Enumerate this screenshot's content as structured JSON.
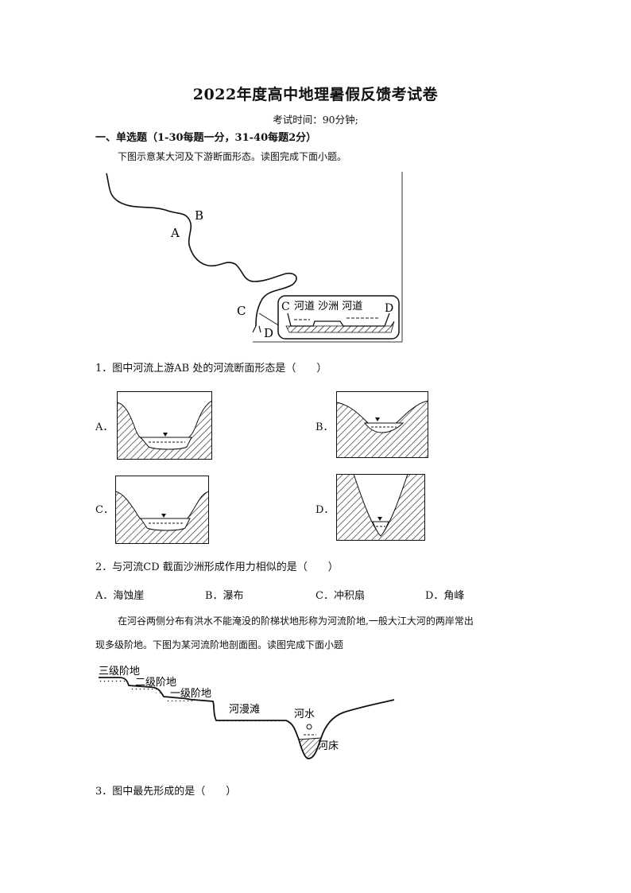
{
  "title": "2022年度高中地理暑假反馈考试卷",
  "exam_time": "考试时间：90分钟;",
  "section1": "一、单选题（1-30每题一分，31-40每题2分）",
  "intro1": "下图示意某大河及下游断面形态。读图完成下面小题。",
  "map": {
    "label_a": "A",
    "label_b": "B",
    "label_c": "C",
    "label_d": "D",
    "inset_c": "C",
    "inset_d": "D",
    "inset_text": "河道 沙洲 河道"
  },
  "q1": {
    "text": "1．图中河流上游AB 处的河流断面形态是（　　）",
    "opt_a": "A．",
    "opt_b": "B．",
    "opt_c": "C．",
    "opt_d": "D．"
  },
  "q2": {
    "text": "2．与河流CD 截面沙洲形成作用力相似的是（　　）",
    "choices": [
      "A．海蚀崖",
      "B．瀑布",
      "C．冲积扇",
      "D．角峰"
    ]
  },
  "intro2_line1": "在河谷两侧分布有洪水不能淹没的阶梯状地形称为河流阶地,一般大江大河的两岸常出",
  "intro2_line2": "现多级阶地。下图为某河流阶地剖面图。读图完成下面小题",
  "terrace": {
    "level3": "三级阶地",
    "level2": "二级阶地",
    "level1": "一级阶地",
    "floodplain": "河漫滩",
    "water": "河水",
    "bed": "河床"
  },
  "q3": {
    "text": "3．图中最先形成的是（　　）"
  }
}
